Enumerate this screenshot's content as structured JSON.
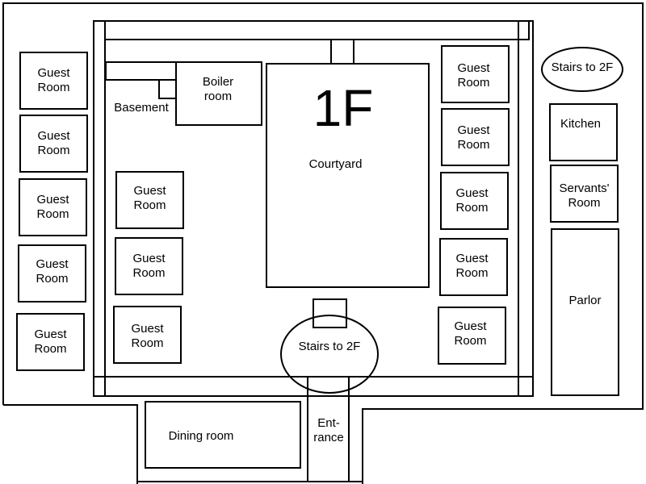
{
  "floor_label": "1F",
  "rooms": {
    "guest_room": "Guest\nRoom",
    "boiler_room": "Boiler\nroom",
    "basement": "Basement",
    "courtyard": "Courtyard",
    "stairs": "Stairs to 2F",
    "kitchen": "Kitchen",
    "servants_room": "Servants'\nRoom",
    "parlor": "Parlor",
    "dining_room": "Dining room",
    "entrance": "Ent-\nrance"
  }
}
